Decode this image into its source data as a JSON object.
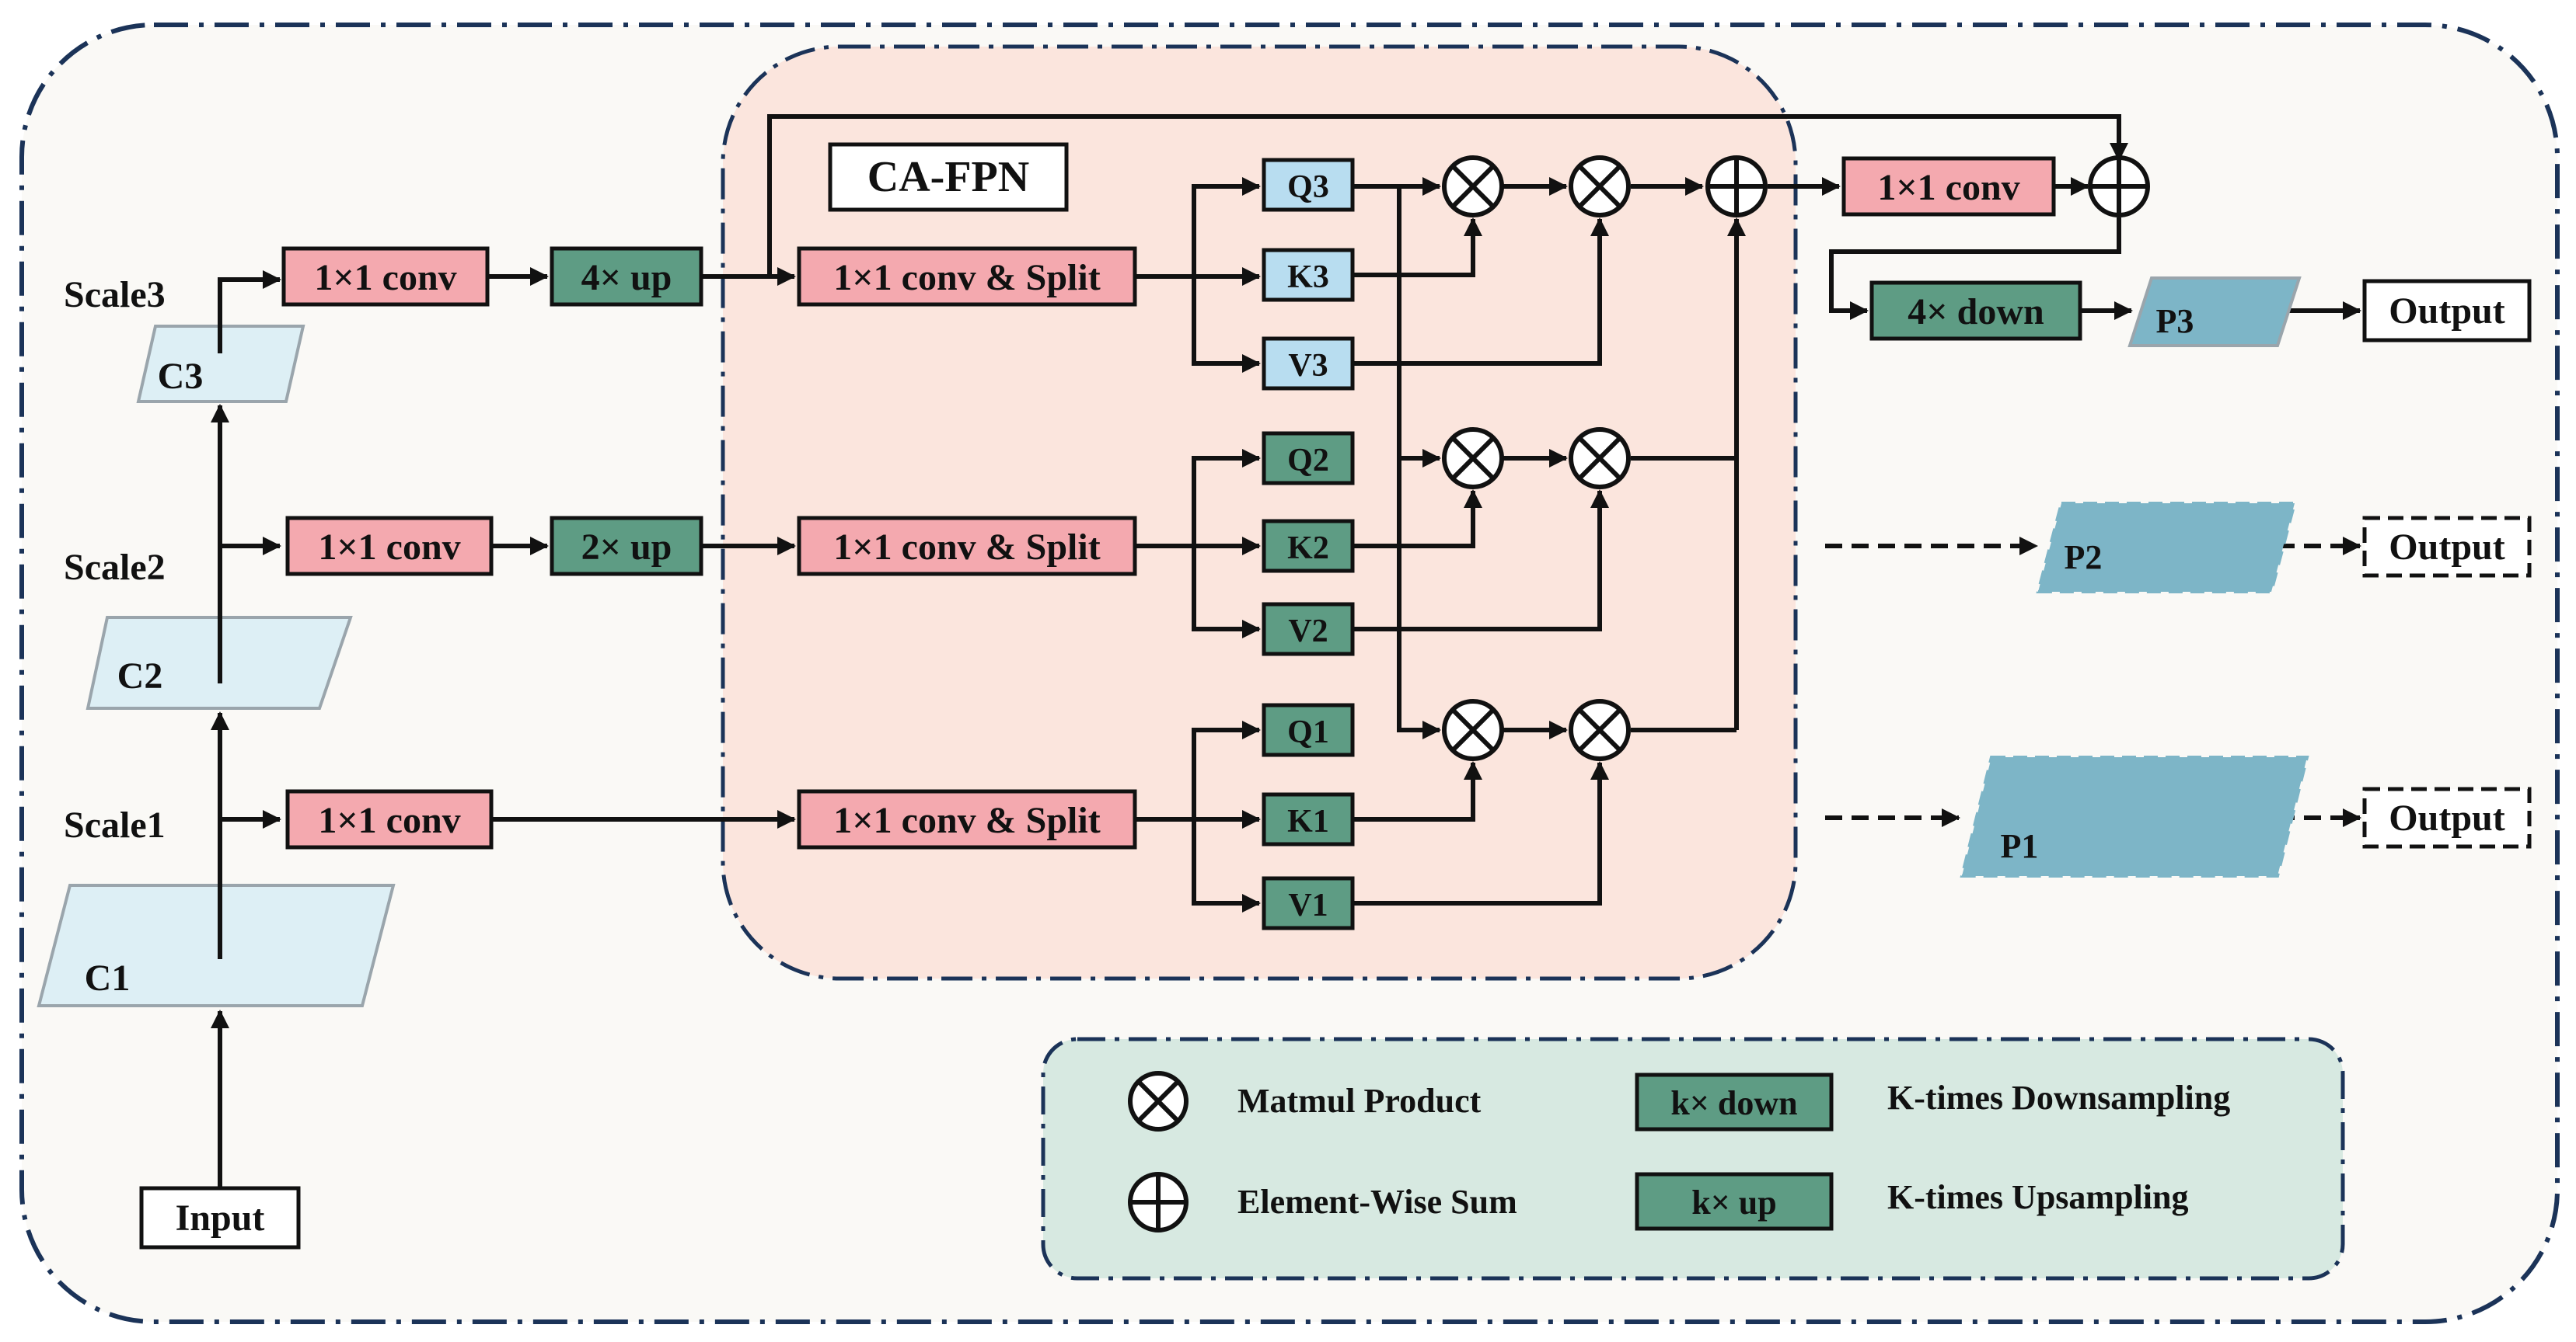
{
  "colors": {
    "canvas": "#FAF9F6",
    "module_bg": "#FBE5DD",
    "legend_bg": "#D7E9E1",
    "frame": "#1B3358",
    "conv": "#F4A9AF",
    "resample": "#5E9C84",
    "query_key_value_scale3": "#B8DDF0",
    "query_key_value_other": "#5E9C84",
    "feature_light": "#DDEFF5",
    "feature_output": "#7DB5C7",
    "line": "#111111"
  },
  "module": {
    "title": "CA-FPN"
  },
  "input": {
    "label": "Input"
  },
  "scales": {
    "scale1": "Scale1",
    "scale2": "Scale2",
    "scale3": "Scale3"
  },
  "features": {
    "c1": "C1",
    "c2": "C2",
    "c3": "C3",
    "p1": "P1",
    "p2": "P2",
    "p3": "P3"
  },
  "blocks": {
    "conv": "1×1 conv",
    "up4": "4× up",
    "up2": "2× up",
    "split": "1×1 conv & Split",
    "down4": "4× down",
    "output": "Output"
  },
  "qkv": {
    "q3": "Q3",
    "k3": "K3",
    "v3": "V3",
    "q2": "Q2",
    "k2": "K2",
    "v2": "V2",
    "q1": "Q1",
    "k1": "K1",
    "v1": "V1"
  },
  "legend": {
    "matmul": "Matmul Product",
    "sum": "Element-Wise Sum",
    "down_box": "k× down",
    "up_box": "k× up",
    "down_desc": "K-times Downsampling",
    "up_desc": "K-times Upsampling"
  }
}
